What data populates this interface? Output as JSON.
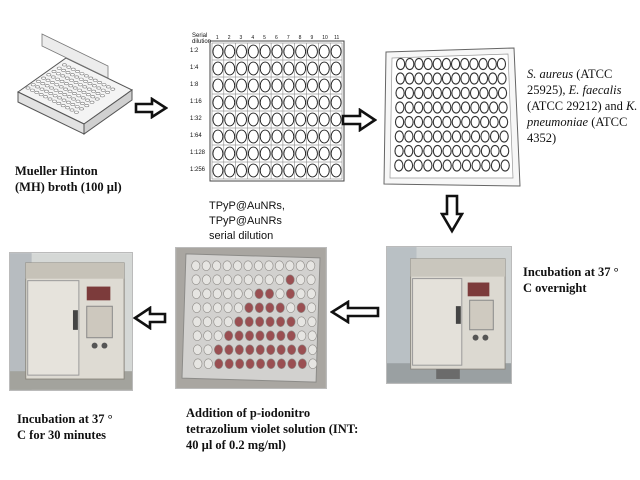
{
  "steps": {
    "mh_broth": {
      "line1": "Mueller Hinton",
      "line2": "(MH) broth (100 µl)"
    },
    "dilution": {
      "line1": "TPyP@AuNRs, TPyP@AuNRs",
      "line2": "serial dilution",
      "grid_header_line1": "Serial",
      "grid_header_line2": "dilution",
      "row_labels": [
        "1:2",
        "1:4",
        "1:8",
        "1:16",
        "1:32",
        "1:64",
        "1:128",
        "1:256"
      ],
      "col_labels": [
        "1",
        "2",
        "3",
        "4",
        "5",
        "6",
        "7",
        "8",
        "9",
        "10",
        "11"
      ]
    },
    "bacteria": {
      "sp1": "S. aureus",
      "t1": " (ATCC",
      "t2": "25925), ",
      "sp2": "E. faecalis",
      "t3": "(ATCC 29212) and ",
      "sp3": "K.",
      "sp4": "pneumoniae",
      "t4": " (ATCC",
      "t5": "4352)"
    },
    "incubation_overnight": {
      "line1": "Incubation at 37 °",
      "line2": "C  overnight"
    },
    "int_addition": {
      "line1": "Addition of  p-iodonitro",
      "line2": "tetrazolium violet solution (INT:",
      "line3": "40 µl of 0.2 mg/ml)"
    },
    "incubation_30": {
      "line1": "Incubation at 37 °",
      "line2": "C  for 30 minutes"
    }
  },
  "icons": [
    "empty-microplate-icon",
    "dilution-grid-icon",
    "microplate-icon",
    "incubator-photo",
    "int-plate-photo",
    "incubator-photo"
  ],
  "colors": {
    "arrow_outline": "#111111",
    "well_stain": "#9a4f52",
    "incubator_body": "#d9d6cf"
  }
}
